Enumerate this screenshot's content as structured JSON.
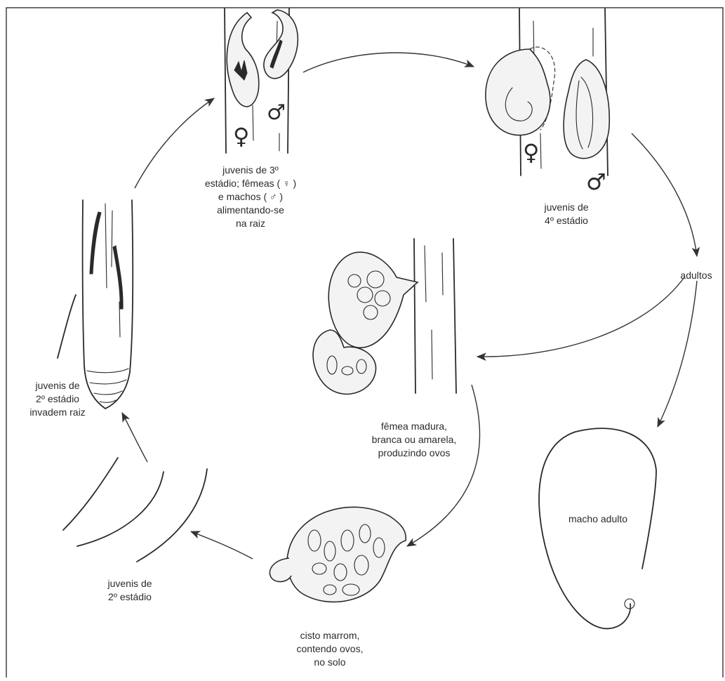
{
  "labels": {
    "third_stage": [
      "juvenis de 3º",
      "estádio; fêmeas ( ♀ )",
      "e machos ( ♂ )",
      "alimentando-se",
      "na raiz"
    ],
    "fourth_stage": [
      "juvenis de",
      "4º estádio"
    ],
    "adults": "adultos",
    "second_invade": [
      "juvenis de",
      "2º estádio",
      "invadem raiz"
    ],
    "mature_female": [
      "fêmea madura,",
      "branca ou amarela,",
      "produzindo ovos"
    ],
    "adult_male": "macho adulto",
    "second_stage": [
      "juvenis de",
      "2º estádio"
    ],
    "cyst": [
      "cisto marrom,",
      "contendo ovos,",
      "no solo"
    ]
  },
  "symbols": {
    "female": "♀",
    "male": "♂"
  },
  "colors": {
    "ink": "#2a2a2a",
    "frame": "#333333",
    "background": "#ffffff"
  }
}
